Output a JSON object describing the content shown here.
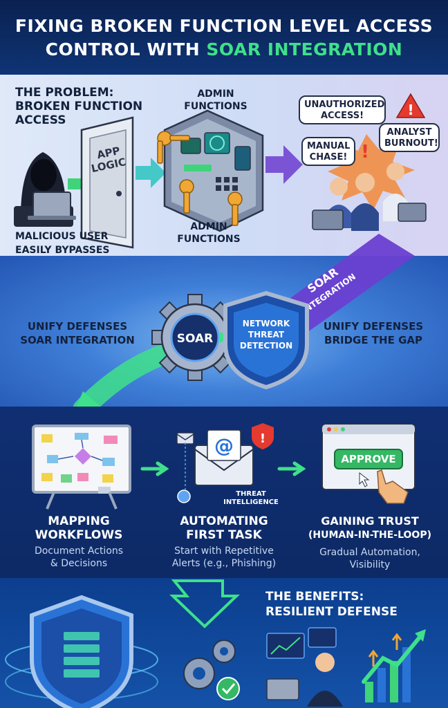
{
  "title": {
    "line1": "FIXING BROKEN FUNCTION LEVEL ACCESS",
    "line2_prefix": "CONTROL WITH ",
    "line2_accent": "SOAR INTEGRATION"
  },
  "problem": {
    "heading_line1": "THE PROBLEM:",
    "heading_line2": "BROKEN FUNCTION",
    "heading_line3": "ACCESS",
    "door_label_line1": "APP",
    "door_label_line2": "LOGIC",
    "admin_top_line1": "ADMIN",
    "admin_top_line2": "FUNCTIONS",
    "admin_bottom_line1": "ADMIN",
    "admin_bottom_line2": "FUNCTIONS",
    "malicious_line1": "MALICIOUS USER",
    "malicious_line2": "EASILY BYPASSES",
    "bubble_unauth_line1": "UNAUTHORIZED",
    "bubble_unauth_line2": "ACCESS!",
    "bubble_manual_line1": "MANUAL",
    "bubble_manual_line2": "CHASE!",
    "bubble_burnout_line1": "ANALYST",
    "bubble_burnout_line2": "BURNOUT!"
  },
  "integration": {
    "ribbon_line1": "SOAR",
    "ribbon_line2": "INTEGRATION",
    "left_line1": "UNIFY DEFENSES",
    "left_line2": "SOAR INTEGRATION",
    "right_line1": "UNIFY DEFENSES",
    "right_line2": "BRIDGE THE GAP",
    "gear_label": "SOAR",
    "shield_line1": "NETWORK",
    "shield_line2": "THREAT",
    "shield_line3": "DETECTION"
  },
  "steps": [
    {
      "title_line1": "MAPPING",
      "title_line2": "WORKFLOWS",
      "desc_line1": "Document Actions",
      "desc_line2": "& Decisions"
    },
    {
      "title_line1": "AUTOMATING",
      "title_line2": "FIRST TASK",
      "desc_line1": "Start with Repetitive",
      "desc_line2": "Alerts (e.g., Phishing)",
      "tag_line1": "THREAT",
      "tag_line2": "INTELLIGENCE"
    },
    {
      "title_line1": "GAINING TRUST",
      "title_line2": "(HUMAN-IN-THE-LOOP)",
      "desc_line1": "Gradual Automation,",
      "desc_line2": "Visibility",
      "button": "APPROVE"
    }
  ],
  "benefits": {
    "heading_line1": "THE BENEFITS:",
    "heading_line2": "RESILIENT DEFENSE"
  },
  "colors": {
    "accent_green": "#3fe08a",
    "navy": "#0b2a63",
    "alert_red": "#e53a2f",
    "key_gold": "#f0a733"
  }
}
